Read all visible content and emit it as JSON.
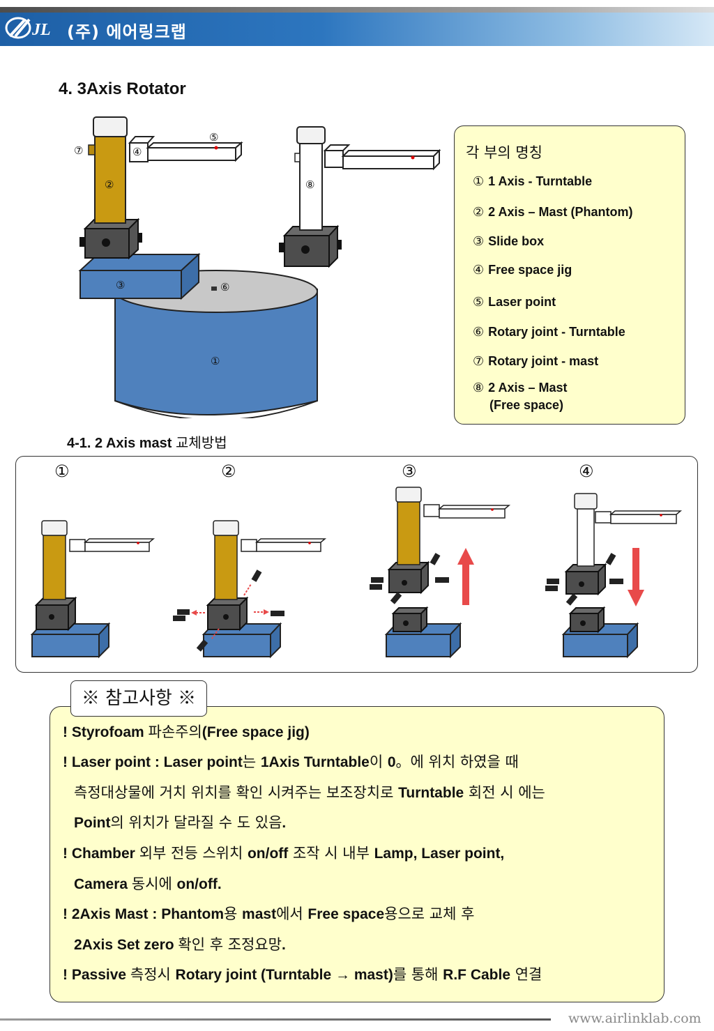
{
  "header": {
    "company": "(주) 에어링크랩",
    "colors": {
      "bar_start": "#1d5fa6",
      "bar_end": "#d6e8f6"
    }
  },
  "section_title": "4. 3Axis Rotator",
  "diagram_labels": {
    "laser": "⑤",
    "rotary_mast": "⑦",
    "jig": "④",
    "mast": "②",
    "slide": "③",
    "rotary_turntable": "⑥",
    "turntable": "①",
    "mast_free": "⑧"
  },
  "names": {
    "title": "각 부의 명칭",
    "items": [
      {
        "num": "①",
        "text": "1 Axis - Turntable"
      },
      {
        "num": "②",
        "text": "2 Axis – Mast (Phantom)"
      },
      {
        "num": "③",
        "text": "Slide box"
      },
      {
        "num": "④",
        "text": "Free space jig"
      },
      {
        "num": "⑤",
        "text": "Laser point"
      },
      {
        "num": "⑥",
        "text": "Rotary joint - Turntable"
      },
      {
        "num": "⑦",
        "text": "Rotary joint - mast"
      },
      {
        "num": "⑧",
        "text": "2 Axis – Mast",
        "text2": "(Free space)"
      }
    ]
  },
  "subsection": {
    "bold": "4-1. 2 Axis mast",
    "korean": "교체방법"
  },
  "steps": [
    "①",
    "②",
    "③",
    "④"
  ],
  "notes": {
    "tag": "※ 참고사항 ※",
    "lines": [
      {
        "a": "! Styrofoam ",
        "b": "파손주의",
        "c": "(Free space jig)"
      },
      {
        "a": "! Laser point : Laser point",
        "b": "는 ",
        "c": "1Axis Turntable",
        "d": "이 ",
        "e": "0",
        "f": "。에 위치 하였을 때"
      },
      {
        "a": "측정대상물에 거치 위치를 확인 시켜주는 보조장치로 ",
        "b": "Turntable",
        "c": " 회전 시 에는"
      },
      {
        "a": "Point",
        "b": "의 위치가 달라질 수 도 있음",
        "c": "."
      },
      {
        "a": "! Chamber ",
        "b": "외부 전등 스위치 ",
        "c": "on/off",
        "d": " 조작 시 내부 ",
        "e": "Lamp, Laser point,"
      },
      {
        "a": "Camera ",
        "b": "동시에 ",
        "c": "on/off."
      },
      {
        "a": "! 2Axis Mast : Phantom",
        "b": "용 ",
        "c": "mast",
        "d": "에서 ",
        "e": "Free space",
        "f": "용으로 교체 후"
      },
      {
        "a": "2Axis Set zero ",
        "b": "확인 후 조정요망",
        "c": "."
      },
      {
        "a": "! Passive ",
        "b": "측정시 ",
        "c": "Rotary joint (Turntable → mast)",
        "d": "를 통해 ",
        "e": "R.F Cable",
        "f": " 연결"
      }
    ]
  },
  "footer": {
    "url": "www.airlinklab.com"
  },
  "colors": {
    "mast_gold": "#c99a12",
    "slide_blue": "#4f81bd",
    "turntable_blue": "#4f81bd",
    "note_bg": "#ffffcc",
    "arrow_red": "#e84a4a"
  }
}
